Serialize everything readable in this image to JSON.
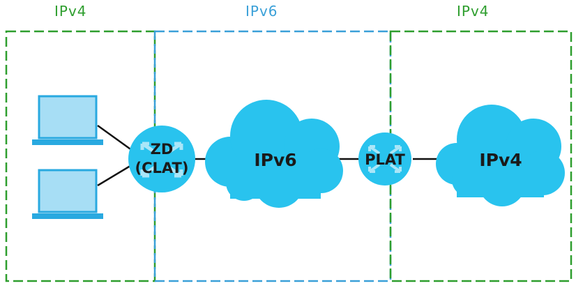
{
  "zones": {
    "left": {
      "label": "IPv4",
      "color": "#2e9e2e"
    },
    "middle": {
      "label": "IPv6",
      "color": "#3aa0d8"
    },
    "right": {
      "label": "IPv4",
      "color": "#2e9e2e"
    }
  },
  "nodes": {
    "clat_router": {
      "line1": "ZD",
      "line2": "(CLAT)",
      "icon": "router-arrows-icon"
    },
    "ipv6_cloud": {
      "label": "IPv6"
    },
    "plat_router": {
      "label": "PLAT",
      "icon": "router-arrows-icon"
    },
    "ipv4_cloud": {
      "label": "IPv4"
    }
  },
  "devices": [
    {
      "icon": "laptop-icon"
    },
    {
      "icon": "laptop-icon"
    }
  ],
  "colors": {
    "node_fill": "#29c3ee",
    "laptop_screen": "#a7def5",
    "laptop_frame": "#29a9e0",
    "link": "#111111"
  }
}
